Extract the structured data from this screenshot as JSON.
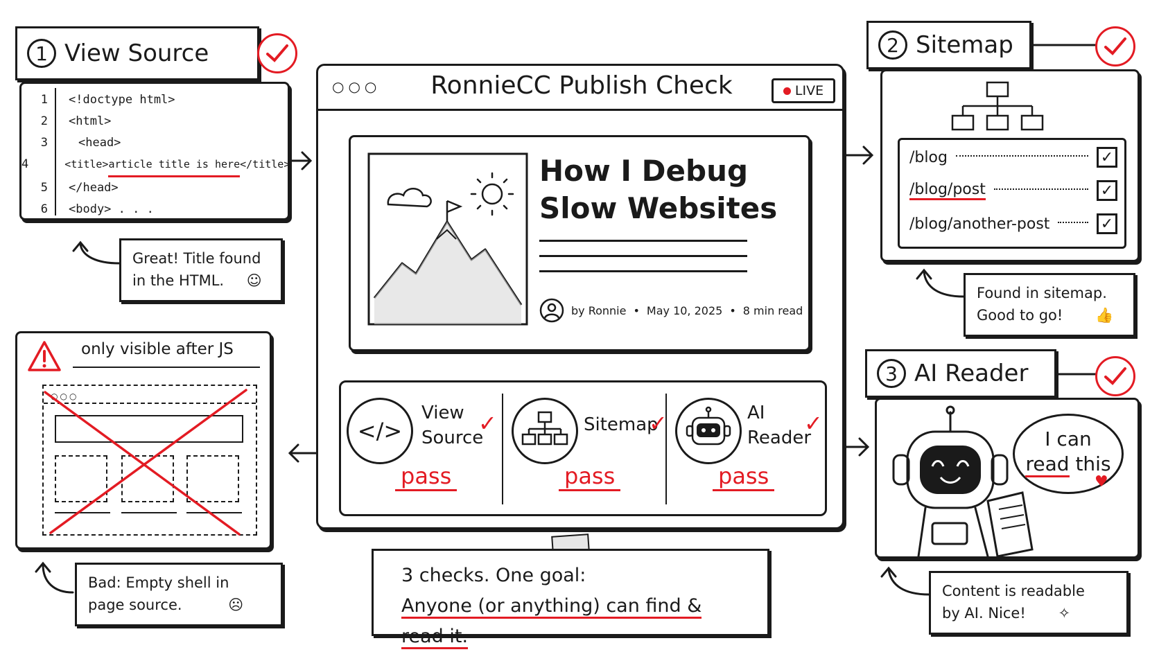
{
  "view_source": {
    "number": "1",
    "title": "View Source",
    "code_lines": [
      {
        "no": "1",
        "text": "<!doctype html>"
      },
      {
        "no": "2",
        "text": "<html>"
      },
      {
        "no": "3",
        "text": "<head>"
      },
      {
        "no": "4",
        "pre": "<title>",
        "highlight": "article title is here",
        "post": "</title>"
      },
      {
        "no": "5",
        "text": "</head>"
      },
      {
        "no": "6",
        "text": "<body> . . ."
      }
    ],
    "note": [
      "Great! Title found",
      "in the HTML."
    ]
  },
  "js_warning": {
    "title": "only visible after JS",
    "note": [
      "Bad: Empty shell in",
      "page source."
    ]
  },
  "main_window": {
    "title": "RonnieCC Publish Check",
    "live_badge": "LIVE",
    "article": {
      "headline_line1": "How I Debug",
      "headline_line2": "Slow Websites",
      "author": "by Ronnie",
      "date": "May 10, 2025",
      "read_time": "8 min read",
      "separator": "•"
    },
    "checks": [
      {
        "label_line1": "View",
        "label_line2": "Source",
        "status": "pass"
      },
      {
        "label_line1": "Sitemap",
        "label_line2": "",
        "status": "pass"
      },
      {
        "label_line1": "AI",
        "label_line2": "Reader",
        "status": "pass"
      }
    ]
  },
  "summary": {
    "line1": "3 checks. One goal:",
    "line2": "Anyone (or anything) can find & read it."
  },
  "sitemap": {
    "number": "2",
    "title": "Sitemap",
    "entries": [
      "/blog",
      "/blog/post",
      "/blog/another-post"
    ],
    "note": [
      "Found in sitemap.",
      "Good to go!"
    ]
  },
  "ai_reader": {
    "number": "3",
    "title": "AI Reader",
    "speech_line1": "I can",
    "speech_read": "read",
    "speech_this": "this",
    "note": [
      "Content is readable",
      "by AI. Nice!"
    ]
  },
  "colors": {
    "accent": "#e31b23",
    "ink": "#1a1a1a"
  }
}
